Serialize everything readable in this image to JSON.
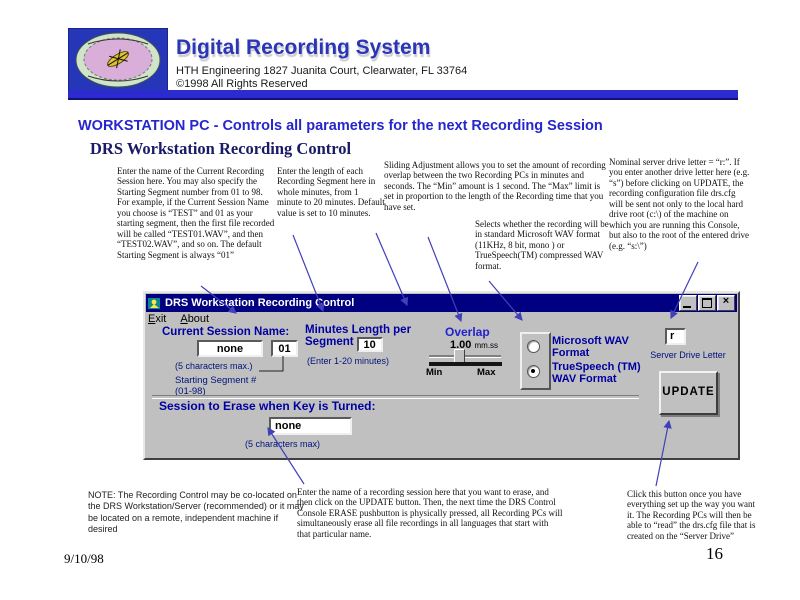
{
  "header": {
    "title": "Digital Recording System",
    "address": "HTH Engineering  1827 Juanita Court, Clearwater, FL 33764",
    "copyright": "©1998  All Rights Reserved"
  },
  "page": {
    "title": "WORKSTATION PC -  Controls all parameters for the next Recording Session",
    "subtitle": "DRS Workstation Recording Control",
    "date": "9/10/98",
    "page_number": "16"
  },
  "annotations": {
    "session_name": "Enter the name of the Current Recording Session here.  You may also specify the Starting Segment number from 01 to 98.   For example, if the Current Session Name you choose is “TEST” and 01 as your starting segment, then the first file recorded will be called “TEST01.WAV”, and then “TEST02.WAV”, and so on.  The default Starting Segment is always “01”",
    "segment_length": "Enter the length of each Recording Segment here in whole minutes, from  1 minute to 20 minutes.  Default value is set to 10 minutes.",
    "overlap": "Sliding Adjustment allows you to set the amount of recording overlap between the two Recording PCs in minutes and seconds.  The “Min” amount is 1 second.  The “Max” limit is set in proportion to the length of the Recording time that you have set.",
    "wav_format": "Selects whether the recording will be in standard Microsoft WAV format (11KHz, 8 bit, mono ) or TrueSpeech(TM) compressed WAV format.",
    "server_drive": "Nominal server drive letter = “r:”.  If you enter another drive letter here (e.g. “s”) before clicking on UPDATE, the recording configuration file drs.cfg will be sent not only to the local hard drive root (c:\\) of the machine on which you are running this Console, but also to the root of the entered drive (e.g. “s:\\”)",
    "note": "NOTE: The Recording Control may be co-located on the DRS Workstation/Server (recommended) or it may be located on a remote, independent machine if desired",
    "erase": "Enter the name of a recording session here that you want to erase, and then click  on the UPDATE button. Then, the next time the DRS  Control Console  ERASE pushbutton is physically pressed, all Recording PCs will simultaneously erase all file recordings in all languages that start with that particular name.",
    "update": "Click this button once you have everything set up the way you want it.  The Recording PCs will then be able to “read” the drs.cfg file that is created on the  “Server Drive”"
  },
  "dialog": {
    "title": "DRS Workstation Recording Control",
    "menu": {
      "exit_first": "E",
      "exit_rest": "xit",
      "about_first": "A",
      "about_rest": "bout"
    },
    "window_buttons": [
      "minimize",
      "maximize",
      "close"
    ],
    "session_name_label": "Current Session Name:",
    "session_name_value": "none",
    "starting_segment_value": "01",
    "session_name_hint": "(5 characters max.)",
    "starting_segment_label": "Starting Segment #",
    "starting_segment_range": "(01-98)",
    "minutes_label": "Minutes Length per Segment",
    "minutes_value": "10",
    "minutes_hint": "(Enter 1-20 minutes)",
    "overlap_label": "Overlap",
    "overlap_value": "1.00",
    "overlap_unit": "mm.ss",
    "slider_min": "Min",
    "slider_max": "Max",
    "radio_microsoft": "Microsoft WAV Format",
    "radio_truespeech": "TrueSpeech (TM) WAV Format",
    "selected_format": "TrueSpeech (TM) WAV Format",
    "server_drive_value": "r",
    "server_drive_label": "Server Drive Letter",
    "update_button": "UPDATE",
    "erase_label": "Session to Erase when Key is Turned:",
    "erase_value": "none",
    "erase_hint": "(5 characters max)"
  },
  "colors": {
    "accent_blue": "#2626cc",
    "navy_label": "#0000a0",
    "titlebar_blue": "#000080",
    "dialog_gray": "#c0c0c0",
    "arrow_blue": "#4040b8",
    "header_bar": "#2b2bd0"
  }
}
